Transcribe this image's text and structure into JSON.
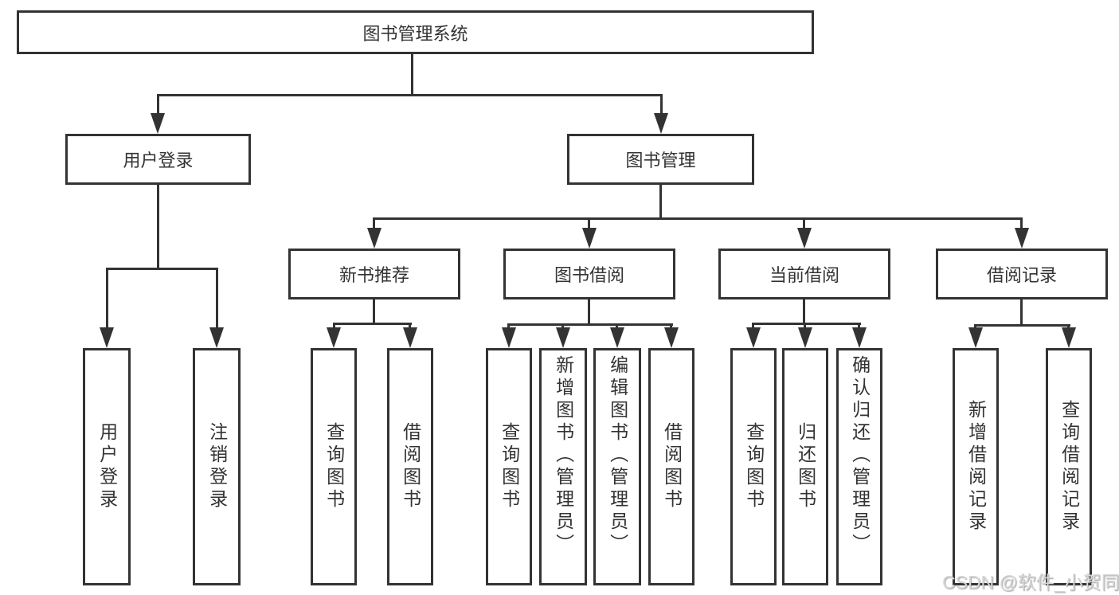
{
  "tree": {
    "root": "图书管理系统",
    "branches": [
      {
        "label": "用户登录",
        "leaves": [
          "用户登录",
          "注销登录"
        ]
      },
      {
        "label": "图书管理",
        "groups": [
          {
            "label": "新书推荐",
            "leaves": [
              "查询图书",
              "借阅图书"
            ]
          },
          {
            "label": "图书借阅",
            "leaves": [
              "查询图书",
              "新增图书（管理员）",
              "编辑图书（管理员）",
              "借阅图书"
            ]
          },
          {
            "label": "当前借阅",
            "leaves": [
              "查询图书",
              "归还图书",
              "确认归还（管理员）"
            ]
          },
          {
            "label": "借阅记录",
            "leaves": [
              "新增借阅记录",
              "查询借阅记录"
            ]
          }
        ]
      }
    ]
  },
  "watermark": {
    "text": "CSDN @软件_小贺同学"
  },
  "colors": {
    "line": "#333333",
    "text": "#333333",
    "box_background": "#ffffff",
    "page_background": "#ffffff",
    "watermark": "#d6d6d6"
  }
}
